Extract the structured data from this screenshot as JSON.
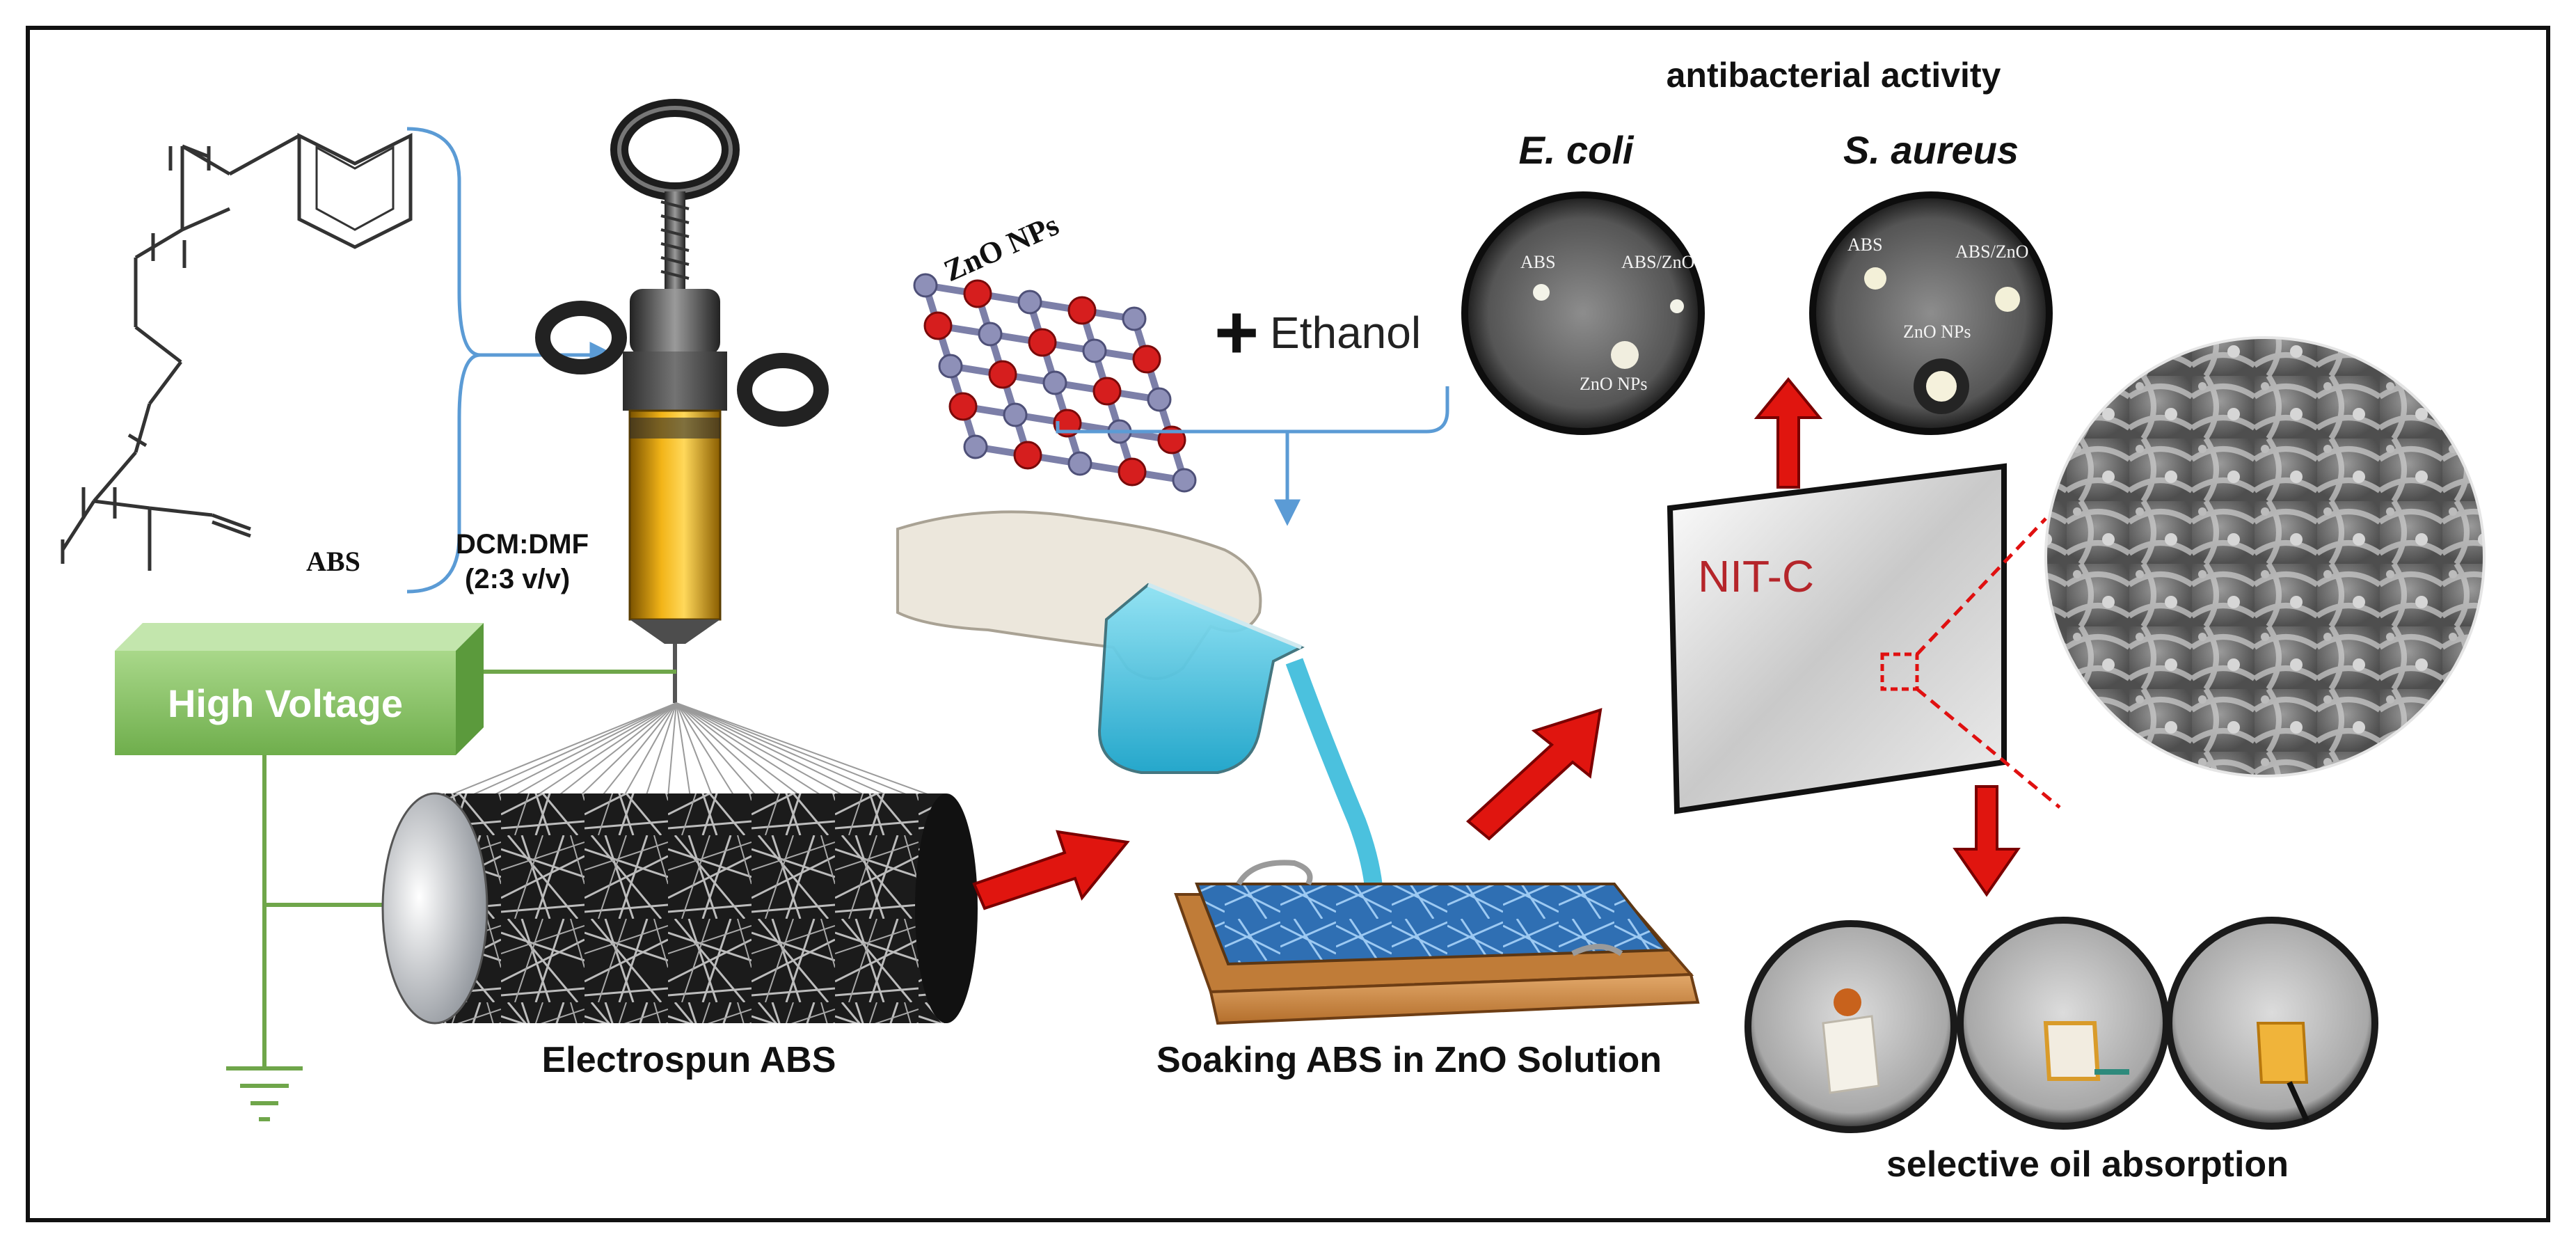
{
  "molecule": {
    "label": "ABS"
  },
  "syringe": {
    "solvent_ratio_line1": "DCM:DMF",
    "solvent_ratio_line2": "(2:3 v/v)"
  },
  "power_supply": {
    "label": "High Voltage"
  },
  "collector": {
    "label": "Electrospun ABS"
  },
  "zno": {
    "label": "ZnO NPs",
    "plus": "+",
    "solvent": "Ethanol"
  },
  "soaking": {
    "label": "Soaking ABS in ZnO Solution"
  },
  "membrane": {
    "label": "NIT-C"
  },
  "antibacterial": {
    "title": "antibacterial activity",
    "ecoli": "E. coli",
    "saureus": "S. aureus",
    "dish_labels": {
      "abs": "ABS",
      "abs_zno": "ABS/ZnO",
      "zno_nps": "ZnO NPs"
    }
  },
  "oil": {
    "label": "selective oil absorption"
  },
  "colors": {
    "arrow_red": "#e0150f",
    "wire_green": "#6fa64a",
    "power_green": "#8dc46a",
    "bracket_blue": "#5b9bd5",
    "membrane_text": "#b5252a",
    "dashed_red": "#e01010"
  }
}
